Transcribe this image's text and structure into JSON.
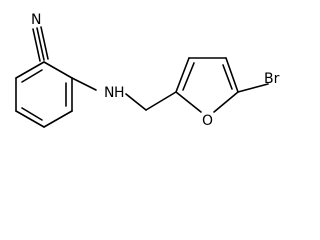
{
  "molecule": {
    "atoms": {
      "N_nitrile": "N",
      "N_amine": "N",
      "H_amine": "H",
      "O_furan": "O",
      "Br": "Br"
    }
  }
}
